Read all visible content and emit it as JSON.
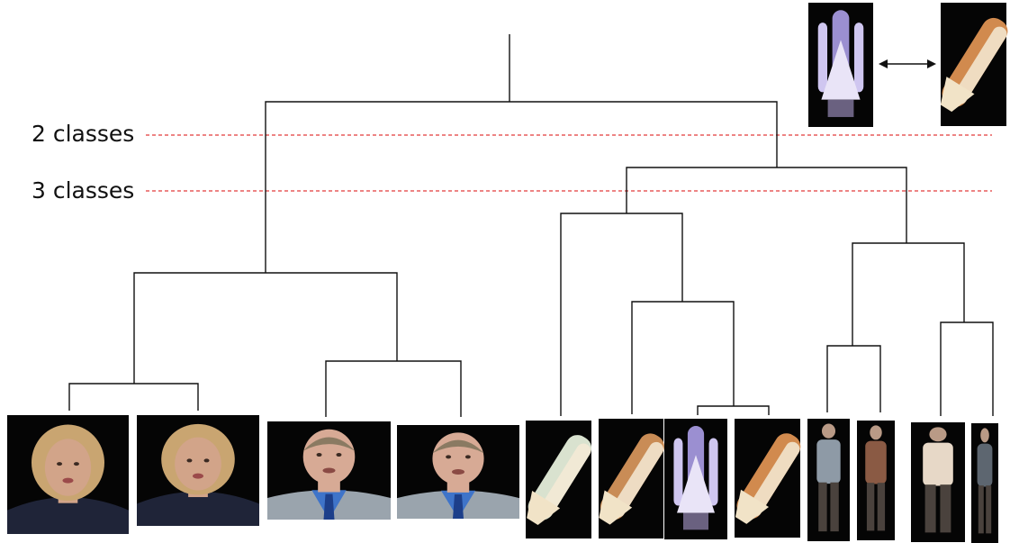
{
  "levels": {
    "two_classes": "2 classes",
    "three_classes": "3 classes"
  },
  "colors": {
    "tree": "#111111",
    "cut_line": "#e23a3a",
    "background": "#ffffff",
    "frame": "#000000"
  },
  "leaves": [
    {
      "subject": "woman-presenter",
      "shirt": "#1f2438",
      "skin": "#d2a489",
      "hair": "#c9a571"
    },
    {
      "subject": "woman-presenter",
      "shirt": "#1f2438",
      "skin": "#d2a489",
      "hair": "#c9a571"
    },
    {
      "subject": "man-presenter",
      "shirt": "#3f74c9",
      "jacket": "#9aa4ad",
      "skin": "#d7aa95",
      "hair": "#8a7a62"
    },
    {
      "subject": "man-presenter",
      "shirt": "#3f74c9",
      "jacket": "#9aa4ad",
      "skin": "#d7aa95",
      "hair": "#8a7a62"
    },
    {
      "subject": "space-shuttle-tilted",
      "tone": "#d9e2cf"
    },
    {
      "subject": "space-shuttle-tilted",
      "tone": "#c98c56"
    },
    {
      "subject": "space-shuttle-upright",
      "tone": "#9b8fd1"
    },
    {
      "subject": "space-shuttle-tilted",
      "tone": "#d18a4e"
    },
    {
      "subject": "walking-person",
      "tone": "#8e9aa6"
    },
    {
      "subject": "walking-person",
      "tone": "#8a5a44"
    },
    {
      "subject": "walking-person",
      "tone": "#e7d8c7"
    },
    {
      "subject": "walking-person",
      "tone": "#5d6670"
    }
  ],
  "inset": {
    "left": {
      "subject": "space-shuttle-upright",
      "tone": "#9b8fd1"
    },
    "right": {
      "subject": "space-shuttle-tilted",
      "tone": "#d18a4e"
    },
    "arrow": "double-headed-arrow"
  }
}
